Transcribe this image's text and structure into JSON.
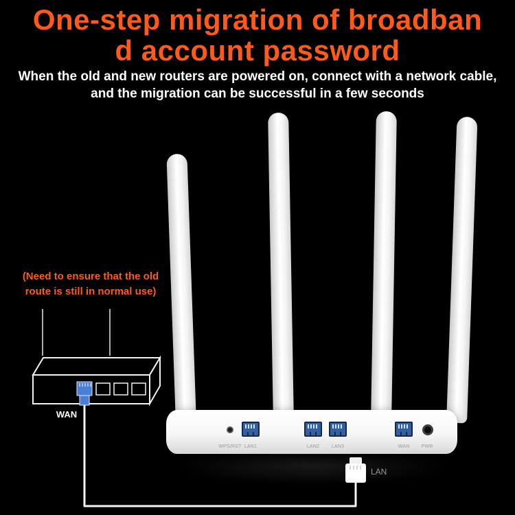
{
  "theme": {
    "background": "#000000",
    "accent_orange": "#ff5a1a",
    "text_white": "#ffffff",
    "port_blue": "#4a7fd6"
  },
  "header": {
    "title_line1": "One-step migration of broadban",
    "title_line2": "d account password",
    "subtitle_line1": "When the old and new routers are powered on, connect with a network cable,",
    "subtitle_line2": "and the migration can be successful in a few seconds"
  },
  "annotation": {
    "line1": "(Need to ensure that the old",
    "line2": "route is still in normal use)"
  },
  "old_router": {
    "wan_label": "WAN"
  },
  "new_router": {
    "port_labels": [
      "WPS/RST",
      "LAN1",
      "LAN2",
      "LAN3",
      "WAN",
      "PWR"
    ]
  },
  "cable": {
    "lan_label": "LAN"
  }
}
